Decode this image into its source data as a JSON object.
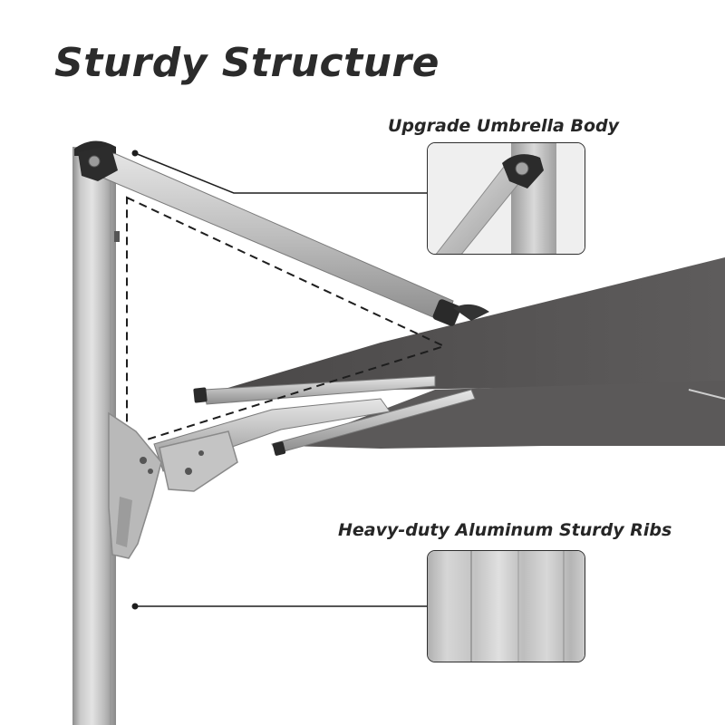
{
  "title": "Sturdy Structure",
  "callouts": {
    "body": {
      "label": "Upgrade Umbrella Body"
    },
    "ribs": {
      "label": "Heavy-duty Aluminum Sturdy Ribs"
    }
  },
  "colors": {
    "canopy": "#585656",
    "aluminum": "#c9c9c9",
    "text": "#2b2b2b",
    "outline": "#2e2e2e"
  }
}
